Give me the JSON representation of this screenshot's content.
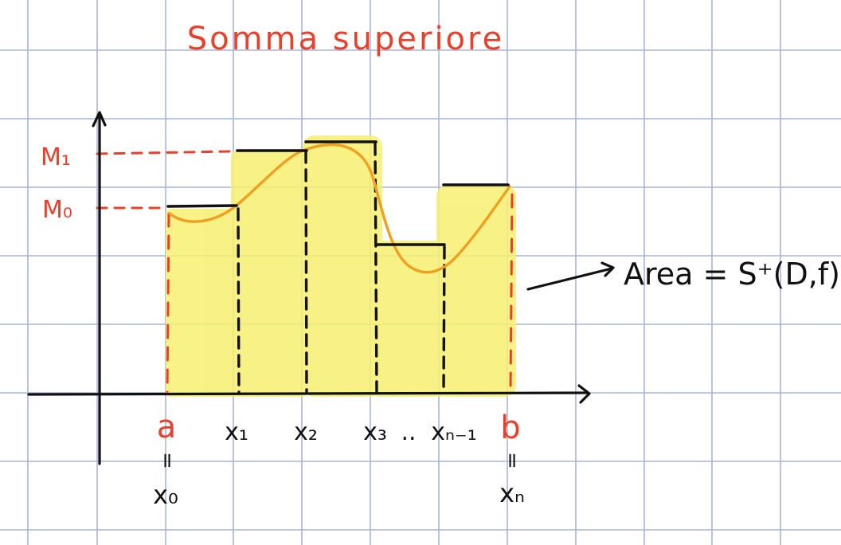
{
  "title": "Somma superiore",
  "y_labels": {
    "m1": "M₁",
    "m0": "M₀"
  },
  "x_labels": {
    "a": "a",
    "x1": "x₁",
    "x2": "x₂",
    "x3": "x₃",
    "dots": "..",
    "xn1": "xₙ₋₁",
    "b": "b",
    "eq": "=",
    "x0": "x₀",
    "xn": "xₙ"
  },
  "annotation": {
    "area_text": "Area = S⁺(D,f)"
  },
  "colors": {
    "paper_grid": "#aab4d6",
    "highlight": "#f7f072",
    "curve": "#f0a020",
    "red": "#e8402a",
    "ink": "#111111"
  }
}
